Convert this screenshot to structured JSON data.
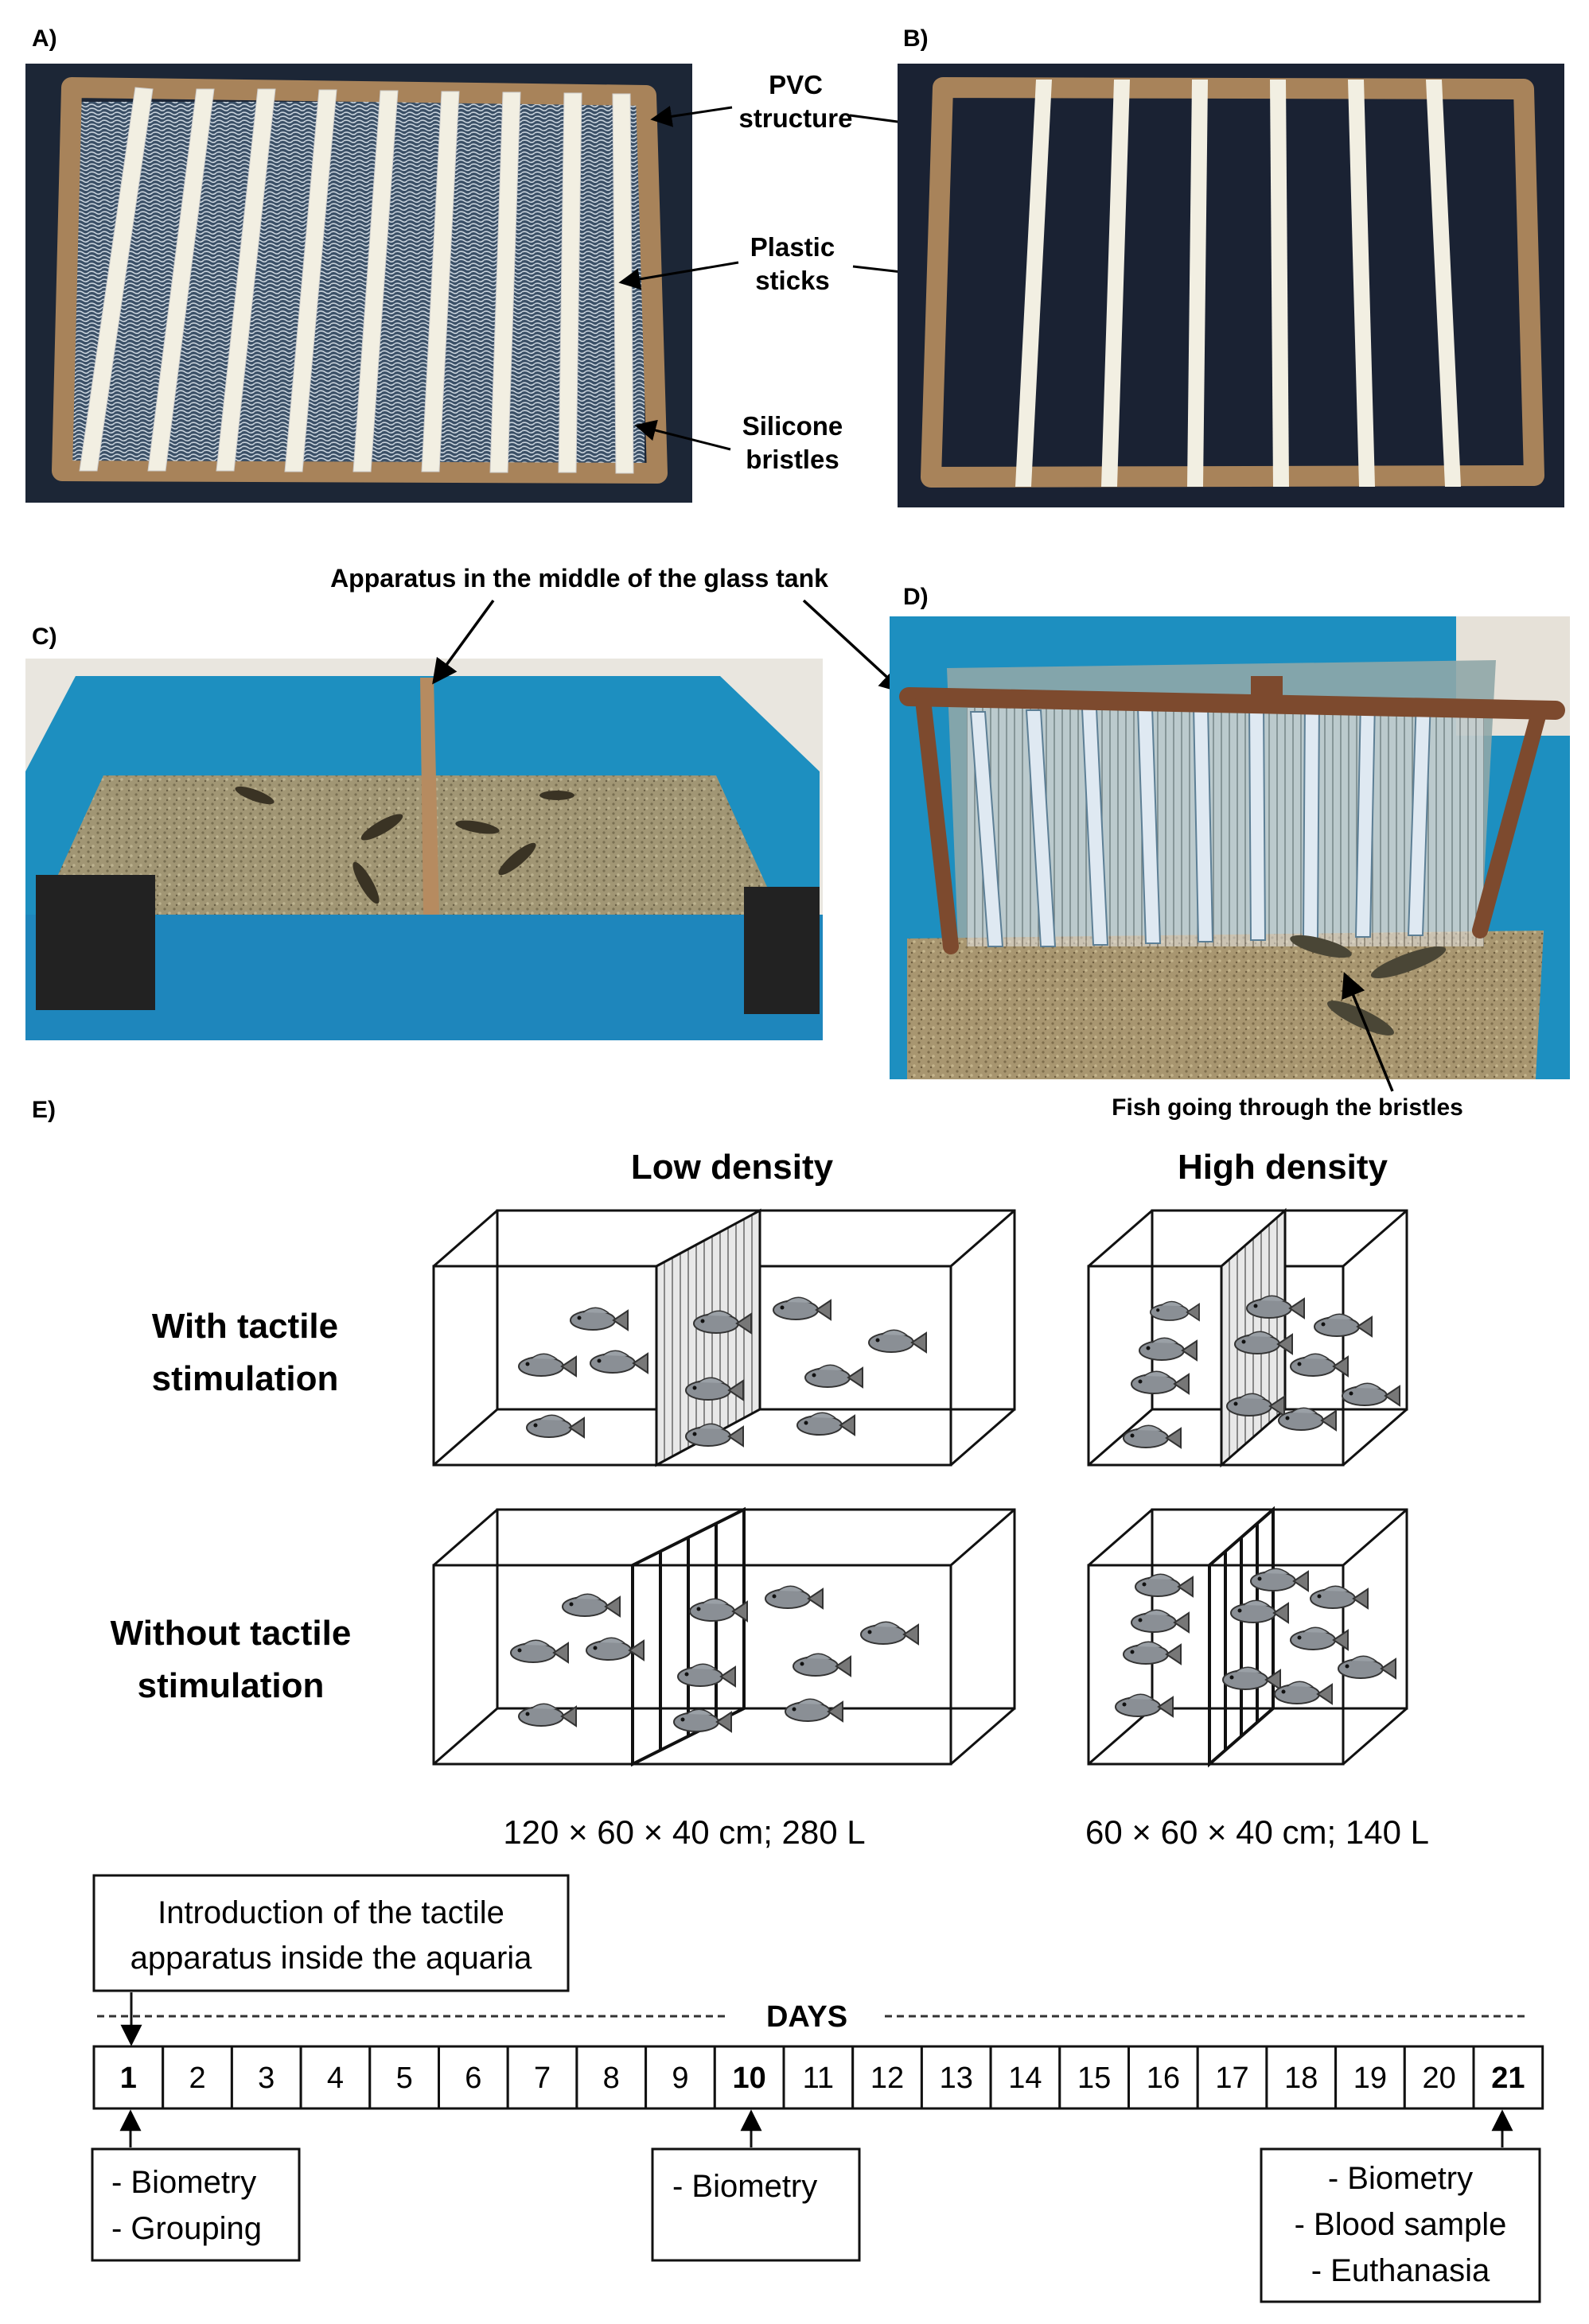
{
  "panels": {
    "a": {
      "label": "A)",
      "callouts": {
        "pvc": [
          "PVC",
          "structure"
        ],
        "sticks": [
          "Plastic",
          "sticks"
        ],
        "bristles": [
          "Silicone",
          "bristles"
        ]
      }
    },
    "b": {
      "label": "B)"
    },
    "c": {
      "label": "C)",
      "callout": "Apparatus in the middle of the glass tank"
    },
    "d": {
      "label": "D)",
      "callout": "Fish going through the bristles"
    },
    "e": {
      "label": "E)",
      "col_low": "Low density",
      "col_high": "High density",
      "row_with": [
        "With tactile",
        "stimulation"
      ],
      "row_without": [
        "Without tactile",
        "stimulation"
      ],
      "dims_low": "120 × 60 × 40 cm; 280 L",
      "dims_high": "60 × 60 × 40 cm; 140 L"
    }
  },
  "timeline": {
    "header": "DAYS",
    "intro": [
      "Introduction of the tactile",
      "apparatus inside the aquaria"
    ],
    "days": [
      "1",
      "2",
      "3",
      "4",
      "5",
      "6",
      "7",
      "8",
      "9",
      "10",
      "11",
      "12",
      "13",
      "14",
      "15",
      "16",
      "17",
      "18",
      "19",
      "20",
      "21"
    ],
    "bold_days": [
      "1",
      "10",
      "21"
    ],
    "box_day1": [
      "- Biometry",
      "- Grouping"
    ],
    "box_day10": [
      "- Biometry"
    ],
    "box_day21": [
      "- Biometry",
      "- Blood sample",
      "- Euthanasia"
    ]
  },
  "colors": {
    "tank_blue": "#1d8fc0",
    "pvc_brown": "#a8835a",
    "photo_dark": "#1c2636"
  }
}
